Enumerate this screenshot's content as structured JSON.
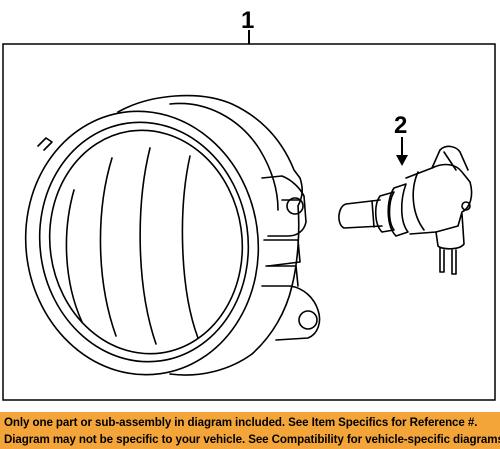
{
  "callouts": {
    "part_1": "1",
    "part_2": "2"
  },
  "footer": {
    "line_1": "Only one part or sub-assembly in diagram included. See Item Specifics for Reference #.",
    "line_2": "Diagram may not be specific to your vehicle. See Compatibility for vehicle-specific diagrams."
  },
  "colors": {
    "footer_background": "#f4a53a",
    "line_art": "#000000"
  }
}
